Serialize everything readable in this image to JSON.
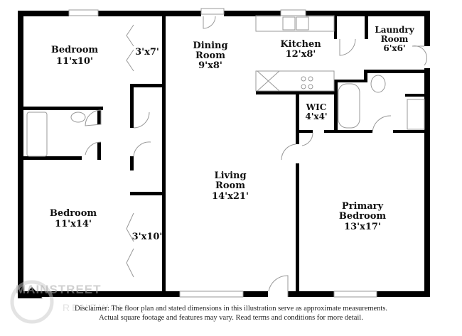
{
  "rooms": {
    "bedroom1": {
      "name": "Bedroom",
      "size": "11'x10'"
    },
    "closet1": {
      "size": "3'x7'"
    },
    "dining": {
      "name1": "Dining",
      "name2": "Room",
      "size": "9'x8'"
    },
    "kitchen": {
      "name": "Kitchen",
      "size": "12'x8'"
    },
    "laundry": {
      "name1": "Laundry",
      "name2": "Room",
      "size": "6'x6'"
    },
    "wic": {
      "name": "WIC",
      "size": "4'x4'"
    },
    "living": {
      "name1": "Living",
      "name2": "Room",
      "size": "14'x21'"
    },
    "bedroom2": {
      "name": "Bedroom",
      "size": "11'x14'"
    },
    "closet2": {
      "size": "3'x10'"
    },
    "primary": {
      "name1": "Primary",
      "name2": "Bedroom",
      "size": "13'x17'"
    }
  },
  "logo": {
    "line1": "MAINSTREET",
    "line2": "RENEWAL"
  },
  "disclaimer": {
    "line1": "Disclaimer: The floor plan and stated dimensions in this illustration serve as approximate measurements.",
    "line2": "Actual square footage and features may vary. Read terms and conditions for more detail."
  },
  "colors": {
    "wall": "#000000",
    "fixture": "#999999"
  }
}
